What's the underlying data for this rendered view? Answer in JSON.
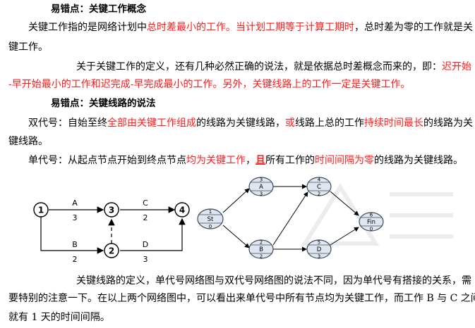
{
  "heading1": "易错点：关键工作概念",
  "p1": {
    "a": "关键工作指的是网络计划中",
    "b": "总时差最小的工作。",
    "c": "当计划工期等于计算工期时",
    "d": "，总时差为零的工作就是关",
    "e": "键工作。"
  },
  "p2": {
    "a": "关于关键工作的定义，还有几种必然正确的说法，就是依据总时差概念而来的，即：",
    "b": "迟开始",
    "c": "-早开始最小的工作和迟完成-早完成最小的工作。",
    "d": "另外，关键线路上的工作一定是关键工作。"
  },
  "heading2": "易错点：关键线路的说法",
  "p3": {
    "a": "双代号：自始至终",
    "b": "全部由关键工作组成",
    "c": "的线路为关键线路，",
    "d": "或",
    "e": "线路上总的工作",
    "f": "持续时间最长",
    "g": "的线路为关",
    "h": "键线路。"
  },
  "p4": {
    "a": "单代号：从起点节点开始到终点节点",
    "b": "均为关键工作",
    "c": "，",
    "d": "且",
    "e": "所有工作的",
    "f": "时间间隔为零",
    "g": "的线路为关键线路。"
  },
  "diagram_double": {
    "nodes": [
      "1",
      "2",
      "3",
      "4"
    ],
    "activities": [
      {
        "name": "A",
        "duration": "3"
      },
      {
        "name": "C",
        "duration": "2"
      },
      {
        "name": "B",
        "duration": "2"
      },
      {
        "name": "D",
        "duration": "3"
      }
    ]
  },
  "diagram_single": {
    "nodes": [
      {
        "top": "1",
        "mid": "St",
        "bot": "0"
      },
      {
        "top": "3",
        "mid": "A",
        "bot": "3"
      },
      {
        "top": "2",
        "mid": "B",
        "bot": "2"
      },
      {
        "top": "4",
        "mid": "C",
        "bot": "2"
      },
      {
        "top": "5",
        "mid": "D",
        "bot": "3"
      },
      {
        "top": "6",
        "mid": "Fin",
        "bot": "0"
      }
    ]
  },
  "p5": {
    "l1": "关键线路的定义，单代号网络图与双代号网络图的说法不同，因为单代号有搭接的关系，需",
    "l2": "要特别的注意一下。在以上两个网络图中，可以看出来单代号中所有节点均为关键工作，而工作 B 与 C 之间",
    "l3": "就有 1 天的时间间隔。"
  },
  "colors": {
    "emphasis": "#ff1a1a",
    "node_fill": "#dfe6ef",
    "node_stroke": "#3b4a5a"
  }
}
